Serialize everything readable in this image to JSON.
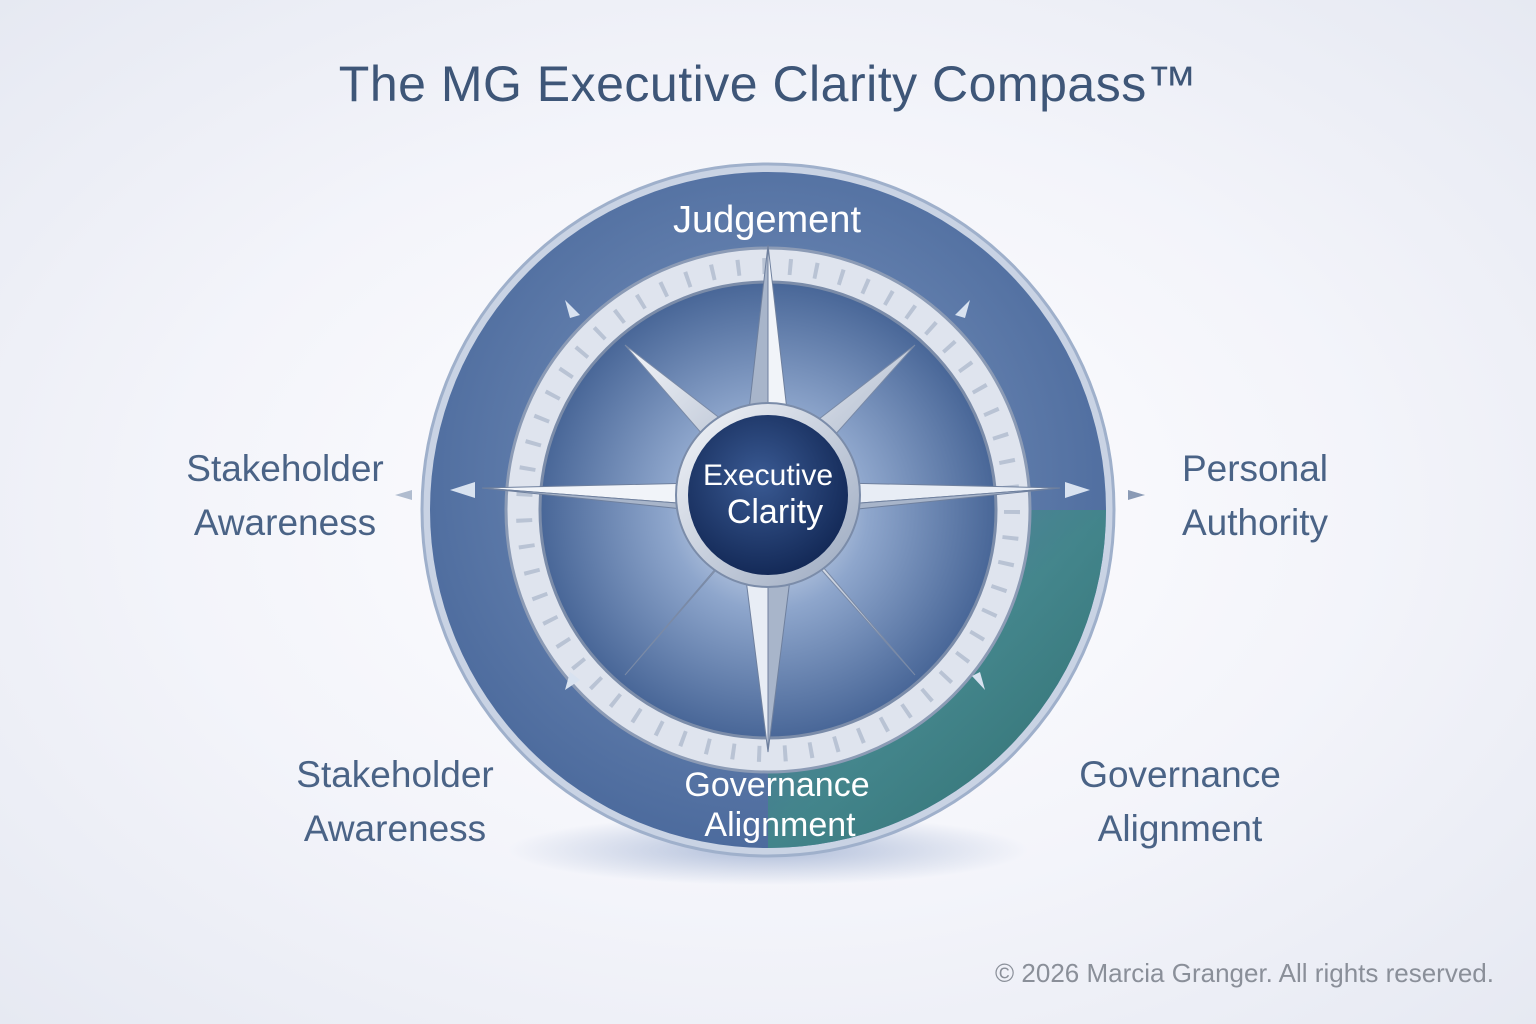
{
  "title": "The MG Executive Clarity Compass™",
  "compass": {
    "north": "Judgement",
    "south_line1": "Governance",
    "south_line2": "Alignment",
    "center_line1": "Executive",
    "center_line2": "Clarity"
  },
  "labels": {
    "left": [
      "Stakeholder",
      "Awareness"
    ],
    "right": [
      "Personal",
      "Authority"
    ],
    "bottom_left": [
      "Stakeholder",
      "Awareness"
    ],
    "bottom_right": [
      "Governance",
      "Alignment"
    ]
  },
  "footer": "© 2026 Marcia Granger. All rights reserved.",
  "colors": {
    "ring_blue": "#4f6fa0",
    "ring_green": "#3f8a86",
    "center": "#1d3566",
    "text": "#4a6386"
  }
}
